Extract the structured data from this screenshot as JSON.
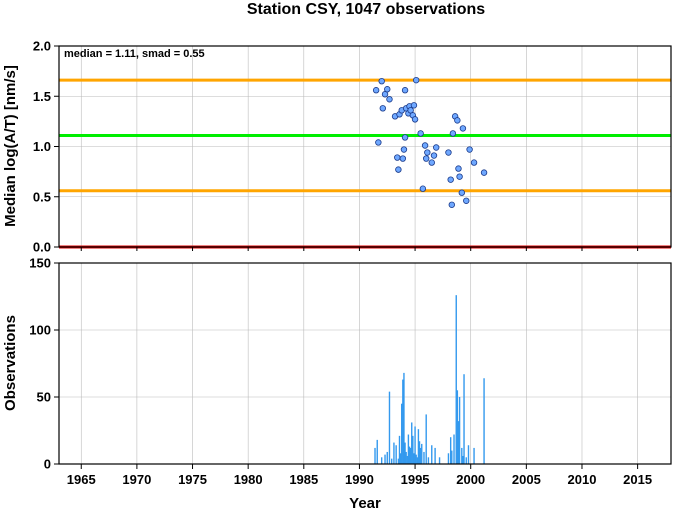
{
  "title": "Station CSY, 1047 observations",
  "colors": {
    "median_line": "#00ee00",
    "smad_lines": "#ffa500",
    "zero_line": "#dd0000",
    "points": "#6fa8ff",
    "bars": "#3399ee",
    "grid": "#bbbbbb"
  },
  "chart_data": [
    {
      "type": "scatter",
      "ylabel": "Median log(A/T) [nm/s]",
      "annotation": "median = 1.11, smad = 0.55",
      "xlim": [
        1963,
        2018
      ],
      "ylim": [
        0,
        2.0
      ],
      "yticks": [
        0.0,
        0.5,
        1.0,
        1.5,
        2.0
      ],
      "ytick_labels": [
        "0.0",
        "0.5",
        "1.0",
        "1.5",
        "2.0"
      ],
      "hlines": [
        {
          "y": 1.11,
          "role": "median"
        },
        {
          "y": 1.66,
          "role": "median+smad"
        },
        {
          "y": 0.56,
          "role": "median-smad"
        },
        {
          "y": 0.0,
          "role": "zero"
        }
      ],
      "points": [
        [
          1991.5,
          1.56
        ],
        [
          1991.7,
          1.04
        ],
        [
          1992.0,
          1.65
        ],
        [
          1992.1,
          1.38
        ],
        [
          1992.3,
          1.52
        ],
        [
          1992.5,
          1.57
        ],
        [
          1992.7,
          1.47
        ],
        [
          1993.2,
          1.3
        ],
        [
          1993.4,
          0.89
        ],
        [
          1993.5,
          0.77
        ],
        [
          1993.6,
          1.32
        ],
        [
          1993.8,
          1.36
        ],
        [
          1993.9,
          0.88
        ],
        [
          1994.0,
          0.97
        ],
        [
          1994.1,
          1.09
        ],
        [
          1994.1,
          1.56
        ],
        [
          1994.2,
          1.38
        ],
        [
          1994.4,
          1.33
        ],
        [
          1994.5,
          1.4
        ],
        [
          1994.6,
          1.36
        ],
        [
          1994.8,
          1.31
        ],
        [
          1994.9,
          1.41
        ],
        [
          1995.0,
          1.27
        ],
        [
          1995.1,
          1.66
        ],
        [
          1995.5,
          1.13
        ],
        [
          1995.7,
          0.58
        ],
        [
          1995.9,
          1.01
        ],
        [
          1996.0,
          0.88
        ],
        [
          1996.1,
          0.94
        ],
        [
          1996.5,
          0.84
        ],
        [
          1996.7,
          0.91
        ],
        [
          1996.9,
          0.99
        ],
        [
          1998.0,
          0.94
        ],
        [
          1998.2,
          0.67
        ],
        [
          1998.3,
          0.42
        ],
        [
          1998.4,
          1.13
        ],
        [
          1998.6,
          1.3
        ],
        [
          1998.8,
          1.26
        ],
        [
          1998.9,
          0.78
        ],
        [
          1999.0,
          0.7
        ],
        [
          1999.2,
          0.54
        ],
        [
          1999.3,
          1.18
        ],
        [
          1999.6,
          0.46
        ],
        [
          1999.9,
          0.97
        ],
        [
          2000.3,
          0.84
        ],
        [
          2001.2,
          0.74
        ]
      ]
    },
    {
      "type": "bar",
      "xlabel": "Year",
      "ylabel": "Observations",
      "xlim": [
        1963,
        2018
      ],
      "ylim": [
        0,
        150
      ],
      "yticks": [
        0,
        50,
        100,
        150
      ],
      "ytick_labels": [
        "0",
        "50",
        "100",
        "150"
      ],
      "xticks": [
        1965,
        1970,
        1975,
        1980,
        1985,
        1990,
        1995,
        2000,
        2005,
        2010,
        2015
      ],
      "xtick_labels": [
        "1965",
        "1970",
        "1975",
        "1980",
        "1985",
        "1990",
        "1995",
        "2000",
        "2005",
        "2010",
        "2015"
      ],
      "bars": [
        [
          1991.4,
          12
        ],
        [
          1991.6,
          18
        ],
        [
          1992.0,
          5
        ],
        [
          1992.3,
          7
        ],
        [
          1992.5,
          9
        ],
        [
          1992.7,
          54
        ],
        [
          1992.9,
          4
        ],
        [
          1993.1,
          16
        ],
        [
          1993.3,
          14
        ],
        [
          1993.5,
          4
        ],
        [
          1993.6,
          21
        ],
        [
          1993.7,
          8
        ],
        [
          1993.8,
          45
        ],
        [
          1993.9,
          63
        ],
        [
          1994.0,
          68
        ],
        [
          1994.1,
          16
        ],
        [
          1994.2,
          9
        ],
        [
          1994.3,
          6
        ],
        [
          1994.4,
          22
        ],
        [
          1994.5,
          13
        ],
        [
          1994.6,
          12
        ],
        [
          1994.7,
          31
        ],
        [
          1994.8,
          21
        ],
        [
          1994.9,
          8
        ],
        [
          1995.0,
          28
        ],
        [
          1995.1,
          7
        ],
        [
          1995.2,
          5
        ],
        [
          1995.3,
          26
        ],
        [
          1995.4,
          17
        ],
        [
          1995.5,
          12
        ],
        [
          1995.6,
          15
        ],
        [
          1995.8,
          9
        ],
        [
          1996.0,
          37
        ],
        [
          1996.2,
          5
        ],
        [
          1996.5,
          14
        ],
        [
          1996.8,
          12
        ],
        [
          1997.2,
          5
        ],
        [
          1998.0,
          8
        ],
        [
          1998.2,
          20
        ],
        [
          1998.3,
          10
        ],
        [
          1998.5,
          22
        ],
        [
          1998.7,
          126
        ],
        [
          1998.8,
          55
        ],
        [
          1998.9,
          32
        ],
        [
          1999.0,
          50
        ],
        [
          1999.2,
          12
        ],
        [
          1999.3,
          6
        ],
        [
          1999.4,
          67
        ],
        [
          1999.6,
          5
        ],
        [
          1999.8,
          14
        ],
        [
          2000.3,
          12
        ],
        [
          2001.2,
          64
        ]
      ]
    }
  ]
}
